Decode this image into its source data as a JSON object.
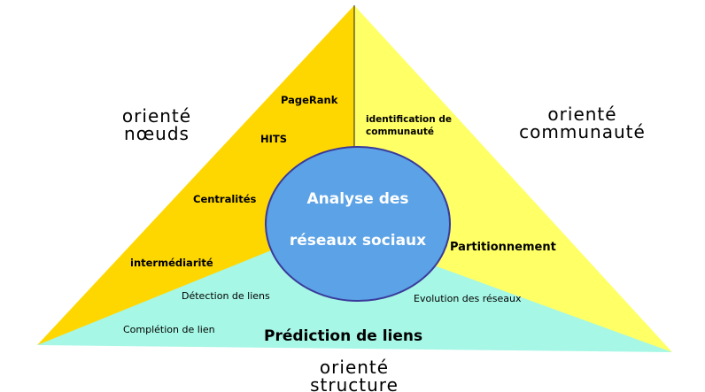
{
  "center": {
    "line1": "Analyse des",
    "line2": "réseaux sociaux"
  },
  "corners": {
    "nodes": {
      "line1": "orienté",
      "line2": "nœuds"
    },
    "community": {
      "line1": "orienté",
      "line2": "communauté"
    },
    "structure": {
      "line1": "orienté",
      "line2": "structure"
    }
  },
  "node_methods": {
    "pagerank": "PageRank",
    "hits": "HITS",
    "centralites": "Centralités",
    "intermediarite": "intermédiarité"
  },
  "community_methods": {
    "identification_line1": "identification de",
    "identification_line2": "communauté",
    "partitionnement": "Partitionnement"
  },
  "structure_methods": {
    "detection": "Détection de liens",
    "evolution": "Evolution des réseaux",
    "completion": "Complétion de lien",
    "prediction": "Prédiction de liens"
  },
  "colors": {
    "left_triangle": "#ffd700",
    "right_triangle": "#ffff66",
    "bottom_band": "#a6f7e6",
    "circle_fill": "#5ba2e6",
    "circle_stroke": "#3a3a9a"
  }
}
